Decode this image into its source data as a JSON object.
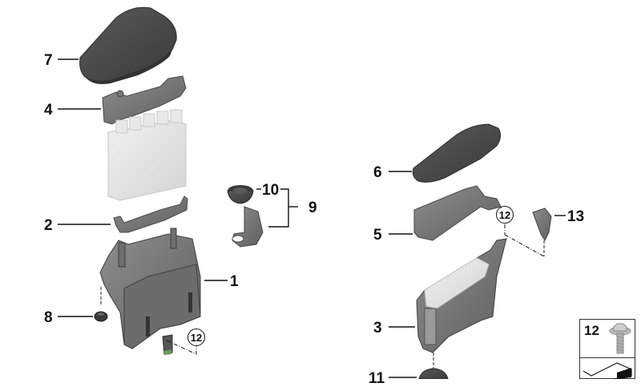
{
  "diagram": {
    "type": "exploded-parts-diagram",
    "subject": "control unit / fuse box housing assembly",
    "colors": {
      "background": "#ffffff",
      "dark_part": "#4a4a4c",
      "mid_part": "#7a7a7c",
      "light_part": "#e2e2e2",
      "leader_line": "#111111"
    },
    "callouts": [
      {
        "id": "7",
        "label": "7",
        "part": "left-upper-cover"
      },
      {
        "id": "4",
        "label": "4",
        "part": "left-cable-guide"
      },
      {
        "id": "2",
        "label": "2",
        "part": "bracket-rail"
      },
      {
        "id": "10",
        "label": "10",
        "part": "grommet"
      },
      {
        "id": "9",
        "label": "9",
        "part": "grommet-holder-set"
      },
      {
        "id": "1",
        "label": "1",
        "part": "left-housing"
      },
      {
        "id": "8",
        "label": "8",
        "part": "rubber-mount"
      },
      {
        "id": "12a",
        "label": "12",
        "part": "screw-ref-left",
        "circled": true
      },
      {
        "id": "6",
        "label": "6",
        "part": "right-upper-cover"
      },
      {
        "id": "5",
        "label": "5",
        "part": "right-cover-housing"
      },
      {
        "id": "12b",
        "label": "12",
        "part": "screw-ref-right",
        "circled": true
      },
      {
        "id": "13",
        "label": "13",
        "part": "clip-bracket"
      },
      {
        "id": "3",
        "label": "3",
        "part": "right-fuse-carrier"
      },
      {
        "id": "11",
        "label": "11",
        "part": "grommet-bottom"
      }
    ],
    "legend": {
      "item_number": "12",
      "item_part": "hex-flange-screw",
      "second_panel": "diagram-marker-icon"
    }
  }
}
